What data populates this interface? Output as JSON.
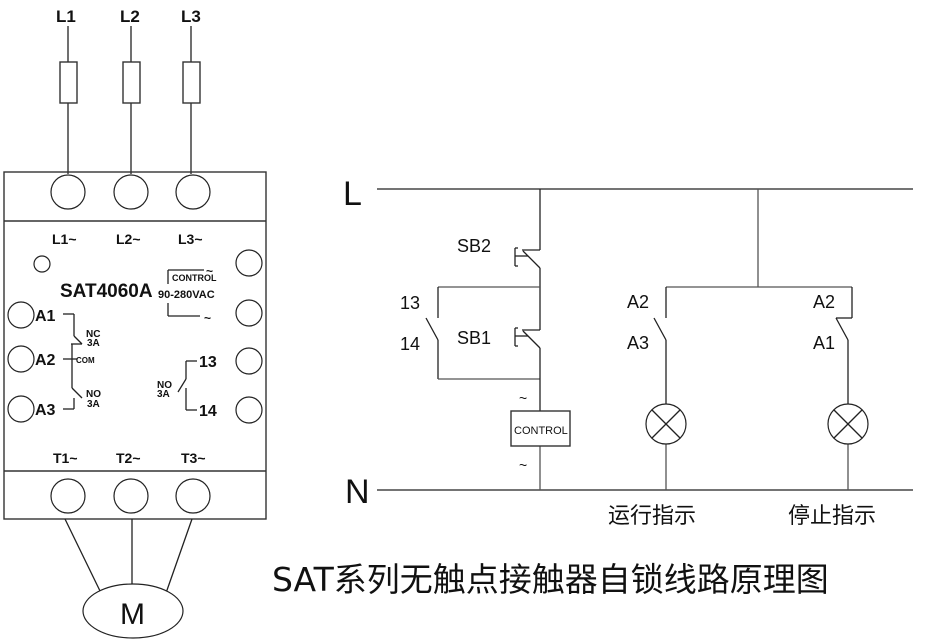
{
  "module": {
    "supply_labels": [
      "L1",
      "L2",
      "L3"
    ],
    "input_terminal_labels": [
      "L1~",
      "L2~",
      "L3~"
    ],
    "output_terminal_labels": [
      "T1~",
      "T2~",
      "T3~"
    ],
    "model": "SAT4060A",
    "control_label": "CONTROL",
    "control_voltage": "90-280VAC",
    "control_tilde_top": "~",
    "control_tilde_bottom": "~",
    "aux_left": {
      "a1": "A1",
      "a2": "A2",
      "a3": "A3",
      "nc": "NC",
      "nc_rating": "3A",
      "com": "COM",
      "no": "NO",
      "no_rating": "3A"
    },
    "aux_right": {
      "t13": "13",
      "t14": "14",
      "no": "NO",
      "no_rating": "3A"
    },
    "motor_label": "M"
  },
  "circuit": {
    "line_label": "L",
    "neutral_label": "N",
    "sb2": "SB2",
    "sb1": "SB1",
    "hold_13": "13",
    "hold_14": "14",
    "control_box": "CONTROL",
    "tilde_top": "~",
    "tilde_bottom": "~",
    "run_branch": {
      "top": "A2",
      "bottom": "A3",
      "caption": "运行指示"
    },
    "stop_branch": {
      "top": "A2",
      "bottom": "A1",
      "caption": "停止指示"
    }
  },
  "title": "SAT系列无触点接触器自锁线路原理图"
}
